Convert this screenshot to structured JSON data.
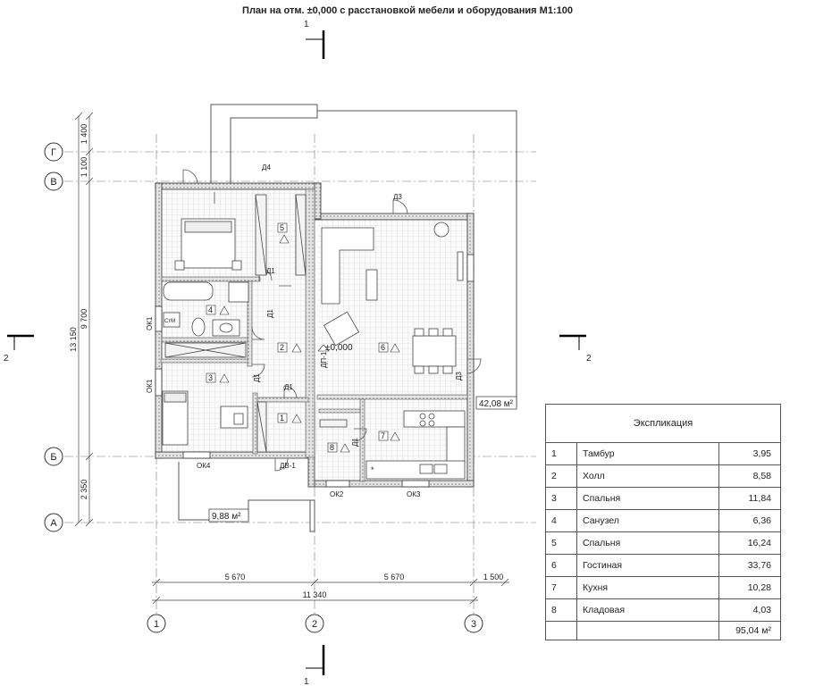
{
  "title": "План на отм. ±0,000 с расстановкой мебели и оборудования М1:100",
  "section_marks": {
    "top": "1",
    "bottom": "1",
    "left": "2",
    "right": "2"
  },
  "axes_letters": [
    "Г",
    "В",
    "Б",
    "А"
  ],
  "axes_numbers": [
    "1",
    "2",
    "3"
  ],
  "dims_vertical": [
    "1 400",
    "1 100",
    "9 700",
    "13 150",
    "2 350"
  ],
  "dims_horizontal": [
    "5 670",
    "5 670",
    "1 500",
    "11 340"
  ],
  "doors": [
    "Д4",
    "Д3",
    "Д1",
    "Д1",
    "Д1",
    "Д1",
    "Д1",
    "ДВ-1",
    "ДП-1",
    "Д3"
  ],
  "windows": [
    "ОК1",
    "ОК1",
    "ОК4",
    "ОК2",
    "ОК3"
  ],
  "room_numbers": [
    "1",
    "2",
    "3",
    "4",
    "5",
    "6",
    "7",
    "8"
  ],
  "elevation_mark": "±0,000",
  "areas": {
    "terrace_top": "42,08 м²",
    "terrace_bottom": "9,88 м²"
  },
  "fixture_labels": [
    "СтМ"
  ],
  "explication": {
    "header": "Экспликация",
    "rows": [
      {
        "num": "1",
        "name": "Тамбур",
        "area": "3,95"
      },
      {
        "num": "2",
        "name": "Холл",
        "area": "8,58"
      },
      {
        "num": "3",
        "name": "Спальня",
        "area": "11,84"
      },
      {
        "num": "4",
        "name": "Санузел",
        "area": "6,36"
      },
      {
        "num": "5",
        "name": "Спальня",
        "area": "16,24"
      },
      {
        "num": "6",
        "name": "Гостиная",
        "area": "33,76"
      },
      {
        "num": "7",
        "name": "Кухня",
        "area": "10,28"
      },
      {
        "num": "8",
        "name": "Кладовая",
        "area": "4,03"
      }
    ],
    "total": "95,04 м²"
  }
}
